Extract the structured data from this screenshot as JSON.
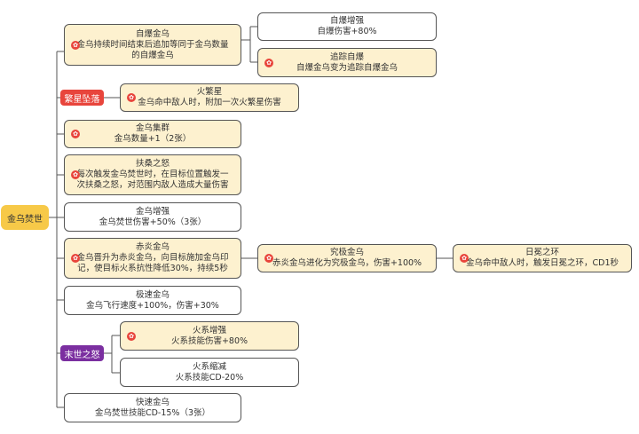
{
  "root": "金乌焚世",
  "nodes": {
    "n1": {
      "title": "自爆金乌",
      "lines": [
        "金乌持续时间结束后追加等同于金乌数量",
        "的自爆金乌"
      ]
    },
    "n1a": {
      "title": "自爆增强",
      "lines": [
        "自爆伤害+80%"
      ]
    },
    "n1b": {
      "title": "追踪自爆",
      "lines": [
        "自爆金乌变为追踪自爆金乌"
      ]
    },
    "n2": {
      "title": "火繁星",
      "lines": [
        "金乌命中敌人时，附加一次火繁星伤害"
      ]
    },
    "n3": {
      "title": "金乌集群",
      "lines": [
        "金乌数量+1（2张）"
      ]
    },
    "n4": {
      "title": "扶桑之怒",
      "lines": [
        "每次触发金乌焚世时，在目标位置触发一",
        "次扶桑之怒，对范围内敌人造成大量伤害"
      ]
    },
    "n5": {
      "title": "金乌增强",
      "lines": [
        "金乌焚世伤害+50%（3张）"
      ]
    },
    "n6": {
      "title": "赤炎金乌",
      "lines": [
        "金乌晋升为赤炎金乌，向目标施加金乌印",
        "记，使目标火系抗性降低30%，持续5秒"
      ]
    },
    "n6a": {
      "title": "究极金乌",
      "lines": [
        "赤炎金乌进化为究极金乌，伤害+100%"
      ]
    },
    "n6b": {
      "title": "日冕之环",
      "lines": [
        "金乌命中敌人时，触发日冕之环，CD1秒"
      ]
    },
    "n7": {
      "title": "极速金乌",
      "lines": [
        "金乌飞行速度+100%，伤害+30%"
      ]
    },
    "n8a": {
      "title": "火系增强",
      "lines": [
        "火系技能伤害+80%"
      ]
    },
    "n8b": {
      "title": "火系缩减",
      "lines": [
        "火系技能CD-20%"
      ]
    },
    "n9": {
      "title": "快速金乌",
      "lines": [
        "金乌焚世技能CD-15%（3张）"
      ]
    }
  },
  "labels": {
    "fanxing": {
      "text": "繁星坠落",
      "color": "#e8453c"
    },
    "moshi": {
      "text": "末世之怒",
      "color": "#7b2fa0"
    }
  },
  "colors": {
    "root": "#f7c948",
    "highlight": "#fdf1cf",
    "star": "#e8453c",
    "line": "#555555"
  }
}
